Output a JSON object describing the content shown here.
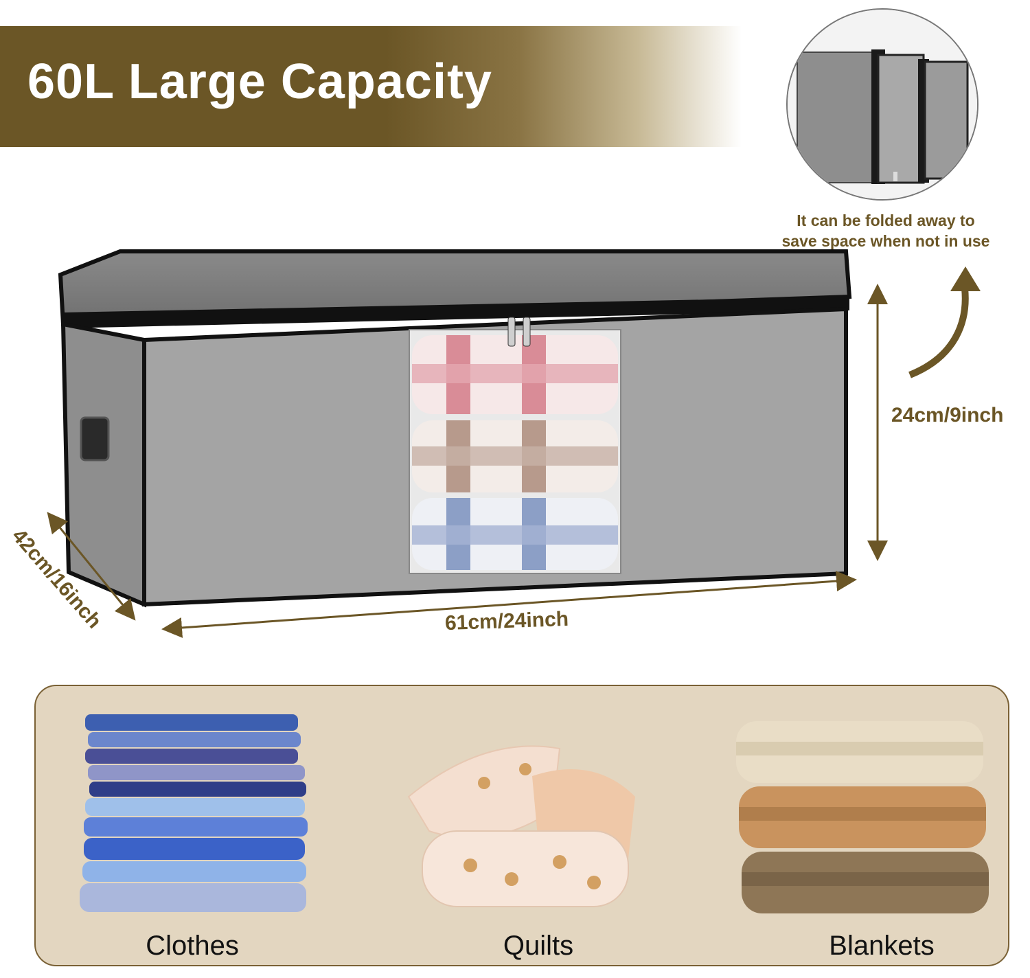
{
  "banner": {
    "title": "60L Large Capacity"
  },
  "fold_inset": {
    "caption_line1": "It can be folded away to",
    "caption_line2": "save space when not in use"
  },
  "dimensions": {
    "height": "24cm/9inch",
    "width": "61cm/24inch",
    "depth": "42cm/16inch"
  },
  "uses": [
    {
      "label": "Clothes"
    },
    {
      "label": "Quilts"
    },
    {
      "label": "Blankets"
    }
  ],
  "colors": {
    "accent_brown": "#6b5626",
    "panel_beige": "#e3d6c0",
    "box_gray": "#9a9a9a"
  }
}
